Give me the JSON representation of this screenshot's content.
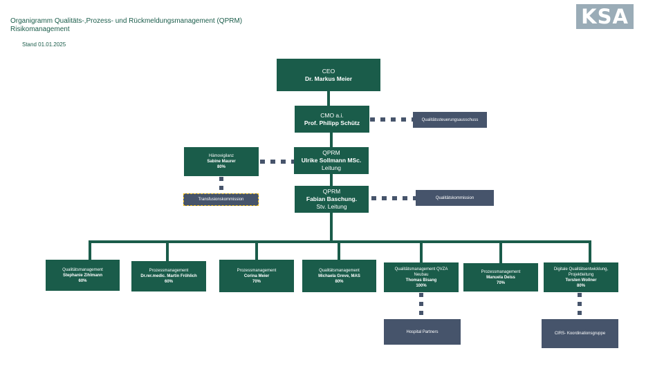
{
  "header": {
    "title": "Organigramm Qualitäts-,Prozess- und Rückmeldungsmanagement (QPRM)",
    "subtitle": "Risikomanagement",
    "date": "Stand 01.01.2025"
  },
  "logo": {
    "text": "KSA",
    "color": "#9aacb7"
  },
  "colors": {
    "primary": "#1a5c4a",
    "secondary": "#46546b",
    "highlight": "#e8b40c"
  },
  "nodes": {
    "ceo": {
      "line1": "CEO",
      "line2": "Dr. Markus Meier"
    },
    "cmo": {
      "line1": "CMO a.i.",
      "line2": "Prof. Philipp Schütz"
    },
    "qprm_lead": {
      "line1": "QPRM",
      "line2": "Ulrike Sollmann MSc.",
      "line3": "Leitung"
    },
    "qprm_deputy": {
      "line1": "QPRM",
      "line2": "Fabian Baschung.",
      "line3": "Stv. Leitung"
    },
    "haemovigilanz": {
      "line1": "Hämovigilanz",
      "line2": "Sabine Maurer",
      "line3": "80%"
    },
    "qualitaetssteuerungsausschuss": {
      "label": "Qualitätssteuerungsausschuss"
    },
    "transfusionskommission": {
      "label": "Transfusionskommission"
    },
    "qualitaetskommission": {
      "label": "Qualitätskommission"
    },
    "staff": [
      {
        "role": "Qualitätsmanagement",
        "name": "Stephanie Zihlmann",
        "pct": "60%"
      },
      {
        "role": "Prozessmanagement",
        "name": "Dr.rer.medic. Martin Fröhlich",
        "pct": "60%"
      },
      {
        "role": "Prozessmanagement",
        "name": "Corina Meier",
        "pct": "70%"
      },
      {
        "role": "Qualitätsmanagement",
        "name": "Michaela Greve, MAS",
        "pct": "80%"
      },
      {
        "role": "Qualitätsmanagement QVZA",
        "role2": "Neubau",
        "name": "Thomas Bisang",
        "pct": "100%"
      },
      {
        "role": "Prozessmanagement",
        "name": "Manuela Deiss",
        "pct": "70%"
      },
      {
        "role": "Digitale Qualitätsentwicklung,",
        "role2": "Projektleitung",
        "name": "Torsten Wollner",
        "pct": "80%"
      }
    ],
    "hospital_partners": {
      "label": "Hospital Partners"
    },
    "cirs": {
      "label": "CIRS- Koordinationsgruppe"
    }
  }
}
